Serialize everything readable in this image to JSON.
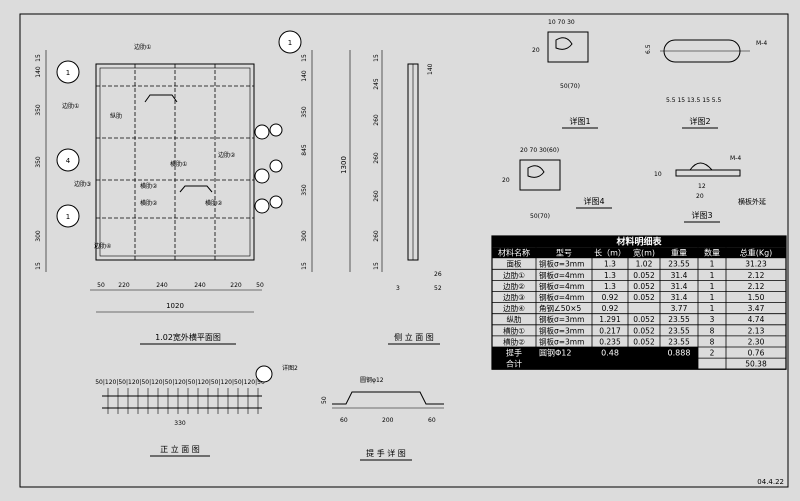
{
  "views": {
    "plan": {
      "title": "1.02宽外横平面图",
      "dims_bottom": [
        "50",
        "220",
        "240",
        "240",
        "220",
        "50"
      ],
      "total_width": "1020",
      "dims_left": [
        "15",
        "140",
        "350",
        "350",
        "300",
        "15"
      ],
      "dims_right_outer": [
        "15",
        "140",
        "350",
        "845",
        "350",
        "300",
        "15"
      ],
      "total_height": "1300",
      "callout_labels": [
        "1",
        "1",
        "4",
        "1"
      ],
      "part_labels": [
        "边肋①",
        "边肋①",
        "边肋②",
        "边肋③",
        "边肋④",
        "纵肋",
        "横肋①",
        "横肋②",
        "横肋②",
        "边肋④"
      ]
    },
    "side": {
      "title": "侧 立 面 图",
      "dims": [
        "15",
        "245",
        "260",
        "260",
        "260",
        "260",
        "15"
      ],
      "dim_140": "140",
      "bottom_dims": [
        "26",
        "52",
        "3"
      ]
    },
    "front": {
      "title": "正 立 面 图",
      "top_dims": "50|120|50|120|50|120|50|120|50|120|50|120|50|120|50",
      "bottom_dim": "330",
      "callout": "详图2"
    },
    "handle": {
      "title": "提 手 详 图",
      "label": "圆钢φ12",
      "dims": [
        "60",
        "200",
        "60"
      ],
      "height": "50"
    },
    "details": [
      {
        "title": "详图1",
        "dims_top": "10 70 30",
        "dim_left": "20",
        "dim_bottom": "50(70)"
      },
      {
        "title": "详图2",
        "label": "M-4",
        "dim_left": "6.5",
        "dims_bottom": "5.5 15 13.5 15 5.5"
      },
      {
        "title": "详图4",
        "dims_top": "20 70 30(60)",
        "dim_left": "20",
        "dim_bottom": "50(70)"
      },
      {
        "title": "详图3",
        "label": "M-4",
        "dims": [
          "10",
          "12",
          "20"
        ],
        "note": "横板外延"
      }
    ]
  },
  "material_table": {
    "title": "材料明细表",
    "headers": [
      "材料名称",
      "型号",
      "长（m）",
      "宽(m)",
      "重量",
      "数量",
      "总重(Kg)"
    ],
    "rows": [
      [
        "面板",
        "钢板σ=3mm",
        "1.3",
        "1.02",
        "23.55",
        "1",
        "31.23"
      ],
      [
        "边肋①",
        "钢板σ=4mm",
        "1.3",
        "0.052",
        "31.4",
        "1",
        "2.12"
      ],
      [
        "边肋②",
        "钢板σ=4mm",
        "1.3",
        "0.052",
        "31.4",
        "1",
        "2.12"
      ],
      [
        "边肋③",
        "钢板σ=4mm",
        "0.92",
        "0.052",
        "31.4",
        "1",
        "1.50"
      ],
      [
        "边肋④",
        "角钢∠50×5",
        "0.92",
        "",
        "3.77",
        "1",
        "3.47"
      ],
      [
        "纵肋",
        "钢板σ=3mm",
        "1.291",
        "0.052",
        "23.55",
        "3",
        "4.74"
      ],
      [
        "横肋①",
        "钢板σ=3mm",
        "0.217",
        "0.052",
        "23.55",
        "8",
        "2.13"
      ],
      [
        "横肋②",
        "钢板σ=3mm",
        "0.235",
        "0.052",
        "23.55",
        "8",
        "2.30"
      ],
      [
        "提手",
        "圆钢Φ12",
        "0.48",
        "",
        "0.888",
        "2",
        "0.76"
      ],
      [
        "合计",
        "",
        "",
        "",
        "",
        "",
        "50.38"
      ]
    ]
  },
  "footer_date": "04.4.22",
  "colors": {
    "background": "#dcdcdc",
    "line": "#000000",
    "table_header": "#000000"
  }
}
